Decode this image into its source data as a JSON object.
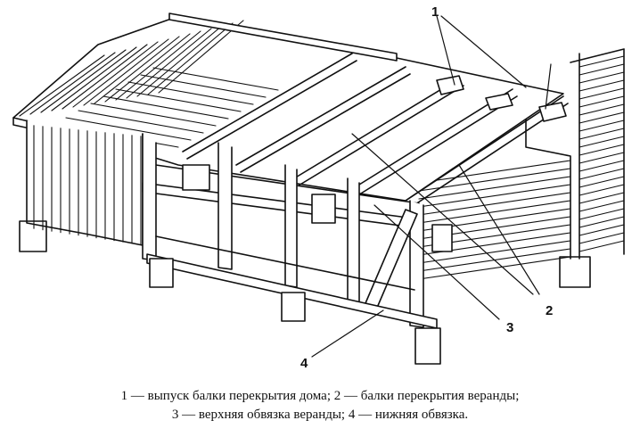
{
  "labels": {
    "label_1": "1",
    "label_2": "2",
    "label_3": "3",
    "label_4": "4"
  },
  "caption": {
    "line1": "1 — выпуск балки перекрытия дома; 2 — балки перекрытия веранды;",
    "line2": "3 — верхняя обвязка веранды; 4 — нижняя обвязка."
  },
  "colors": {
    "ink": "#111111",
    "paper": "#ffffff",
    "hatch": "#1a1a1a"
  }
}
